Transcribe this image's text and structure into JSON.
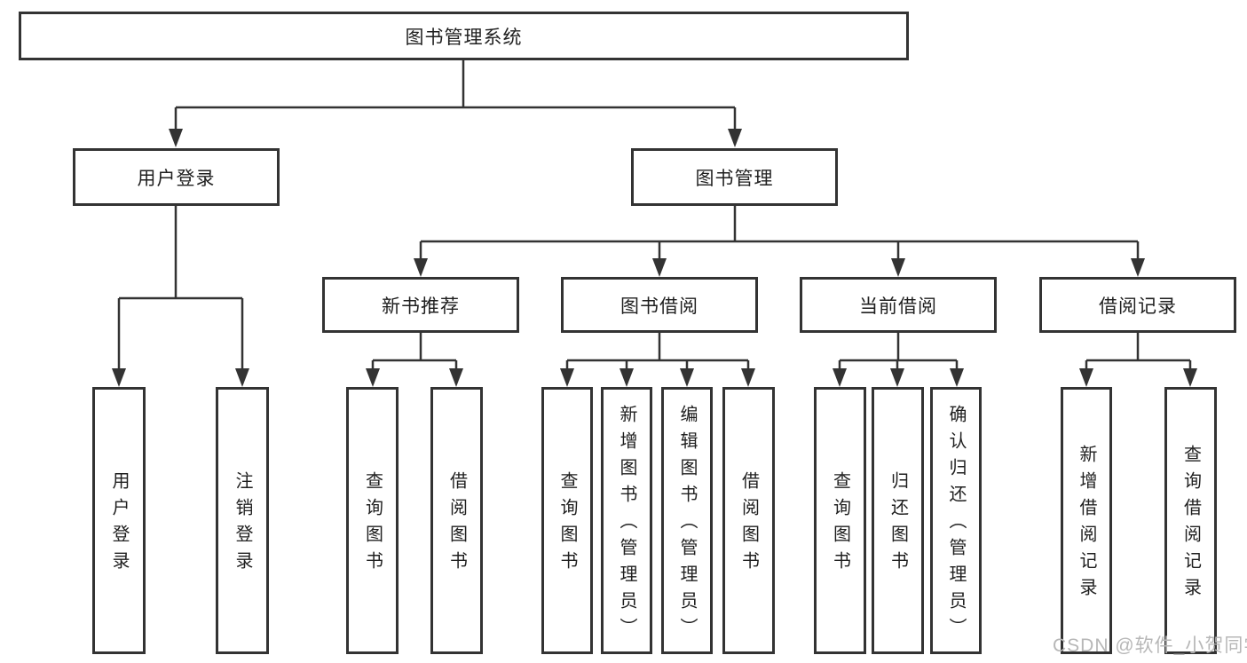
{
  "root": {
    "label": "图书管理系统"
  },
  "branches": [
    {
      "label": "用户登录",
      "children": [
        {
          "label": "用户登录"
        },
        {
          "label": "注销登录"
        }
      ]
    },
    {
      "label": "图书管理",
      "sections": [
        {
          "label": "新书推荐",
          "children": [
            {
              "label": "查询图书"
            },
            {
              "label": "借阅图书"
            }
          ]
        },
        {
          "label": "图书借阅",
          "children": [
            {
              "label": "查询图书"
            },
            {
              "label": "新增图书（管理员）"
            },
            {
              "label": "编辑图书（管理员）"
            },
            {
              "label": "借阅图书"
            }
          ]
        },
        {
          "label": "当前借阅",
          "children": [
            {
              "label": "查询图书"
            },
            {
              "label": "归还图书"
            },
            {
              "label": "确认归还（管理员）"
            }
          ]
        },
        {
          "label": "借阅记录",
          "children": [
            {
              "label": "新增借阅记录"
            },
            {
              "label": "查询借阅记录"
            }
          ]
        }
      ]
    }
  ],
  "watermark": {
    "text": "CSDN @软件_小贺同学"
  },
  "colors": {
    "line": "#333333",
    "box_border": "#333333",
    "text": "#1f1f1f",
    "watermark": "#b7b7b7",
    "background": "#ffffff"
  }
}
